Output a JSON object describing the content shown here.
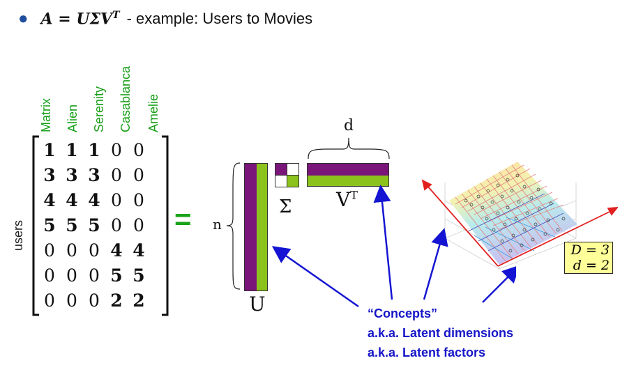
{
  "title": {
    "formula": "A = UΣV",
    "formula_sup": "T",
    "text": "- example: Users to Movies"
  },
  "movies": [
    "Matrix",
    "Alien",
    "Serenity",
    "Casablanca",
    "Amelie"
  ],
  "users_label": "users",
  "matrix": [
    [
      1,
      1,
      1,
      0,
      0
    ],
    [
      3,
      3,
      3,
      0,
      0
    ],
    [
      4,
      4,
      4,
      0,
      0
    ],
    [
      5,
      5,
      5,
      0,
      0
    ],
    [
      0,
      0,
      0,
      4,
      4
    ],
    [
      0,
      0,
      0,
      5,
      5
    ],
    [
      0,
      0,
      0,
      2,
      2
    ]
  ],
  "equals_sign": "=",
  "n_label": "n",
  "d_label": "d",
  "sigma_label": "Σ",
  "u_label": "U",
  "vt_label": "V",
  "vt_sup": "T",
  "concepts": {
    "line1": "“Concepts”",
    "line2": "a.k.a. Latent dimensions",
    "line3": "a.k.a. Latent factors"
  },
  "dim_box": {
    "D": "D = 3",
    "d": "d = 2"
  },
  "colors": {
    "purple": "#7a157a",
    "green": "#8cc21c",
    "arrow_blue": "#1414d2",
    "axis_red": "#e22020",
    "movie_green": "#18a018"
  }
}
